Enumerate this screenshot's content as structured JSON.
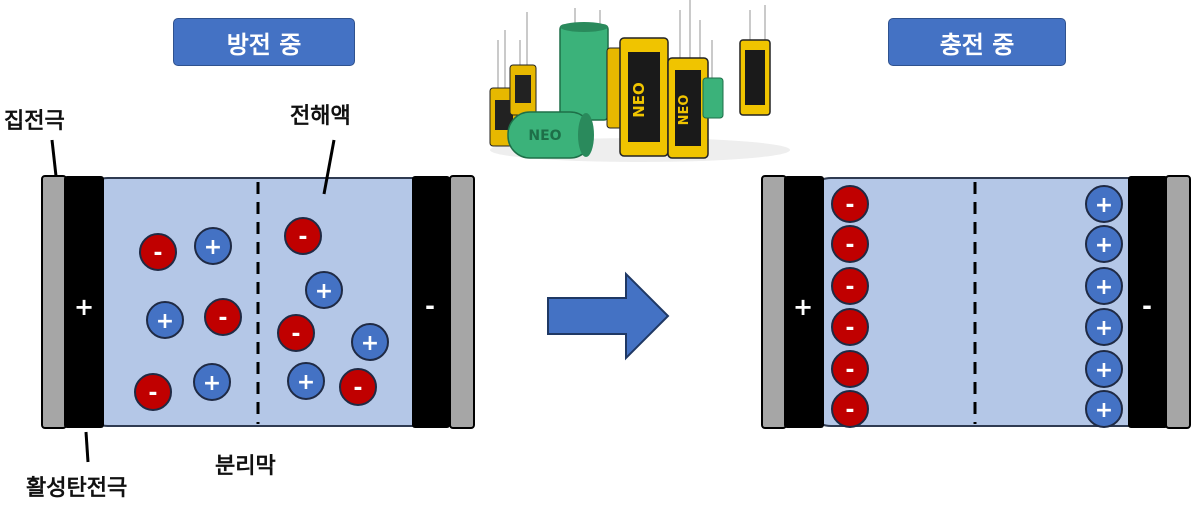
{
  "titles": {
    "discharging": "방전 중",
    "charging": "충전 중"
  },
  "labels": {
    "current_collector": "집전극",
    "electrolyte": "전해액",
    "activated_carbon_electrode": "활성탄전극",
    "separator": "분리막"
  },
  "signs": {
    "positive": "+",
    "negative": "-"
  },
  "photo": {
    "product_text": "NEO"
  },
  "colors": {
    "title_fill": "#4472c4",
    "electrolyte": "#b4c7e7",
    "anion": "#c00000",
    "cation": "#4472c4",
    "electrode": "#000000",
    "collector": "#a6a6a6",
    "arrow": "#4472c4"
  }
}
